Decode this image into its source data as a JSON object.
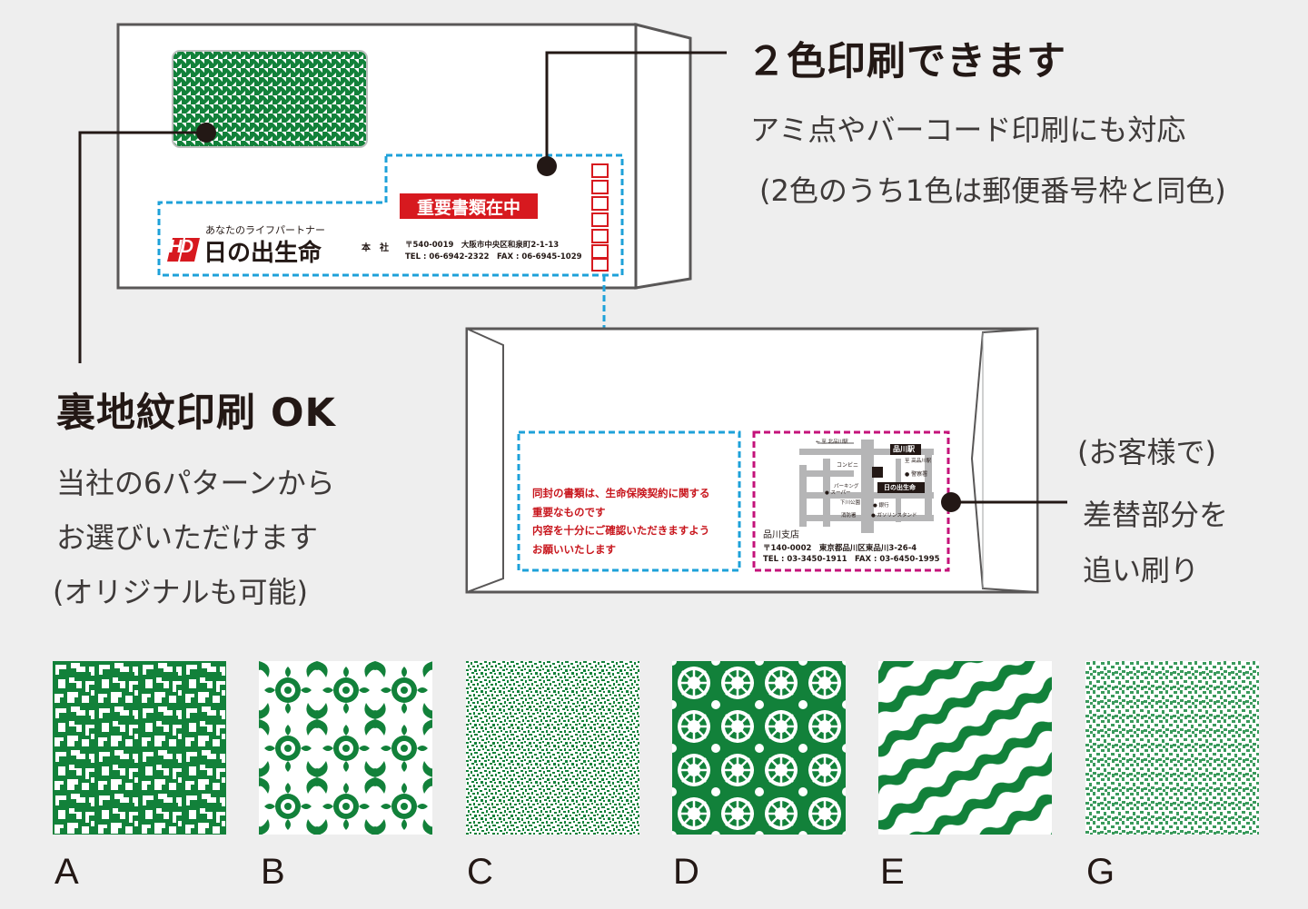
{
  "colors": {
    "green": "#12813a",
    "red": "#d7191f",
    "cyan": "#1ea1d9",
    "magenta": "#c4127a",
    "dark": "#231815",
    "gray_text": "#3e3a39"
  },
  "callout_two_color": {
    "title": "２色印刷できます",
    "lines": [
      "アミ点やバーコード印刷にも対応",
      "(2色のうち1色は郵便番号枠と同色)"
    ]
  },
  "callout_tint": {
    "title": "裏地紋印刷 OK",
    "lines": [
      "当社の6パターンから",
      "お選びいただけます",
      "(オリジナルも可能)"
    ]
  },
  "callout_customer": {
    "lines": [
      "(お客様で)",
      "差替部分を",
      "追い刷り"
    ]
  },
  "front_envelope": {
    "stamp": "重要書類在中",
    "tagline": "あなたのライフパートナー",
    "logo_mark": "HD",
    "company": "日の出生命",
    "office_label": "本　社",
    "postal": "〒540-0019　大阪市中央区和泉町2-1-13",
    "tel_fax": "TEL : 06-6942-2322　FAX : 06-6945-1029"
  },
  "back_envelope": {
    "notice_lines": [
      "同封の書類は、生命保険契約に関する",
      "重要なものです",
      "内容を十分にご確認いただきますよう",
      "お願いいたします"
    ],
    "map_labels": {
      "station": "品川駅",
      "to_station": "← 至 北品川駅",
      "police": "至 高品川駅",
      "convenience": "コンビニ",
      "post": "● 警察署",
      "parking": "パーキング",
      "super": "● スーパー",
      "hotel": "下川公園",
      "bank": "● 銀行",
      "school": "消防署",
      "gas": "● ガソリンスタンド",
      "company": "日の出生命"
    },
    "branch": "品川支店",
    "address": "〒140-0002　東京都品川区東品川3-26-4",
    "tel_fax": "TEL : 03-3450-1911　FAX : 03-6450-1995"
  },
  "patterns": [
    {
      "label": "A",
      "style": "camouflage"
    },
    {
      "label": "B",
      "style": "ornamental"
    },
    {
      "label": "C",
      "style": "noise"
    },
    {
      "label": "D",
      "style": "floral-circles"
    },
    {
      "label": "E",
      "style": "wave-tiles"
    },
    {
      "label": "G",
      "style": "dots"
    }
  ]
}
